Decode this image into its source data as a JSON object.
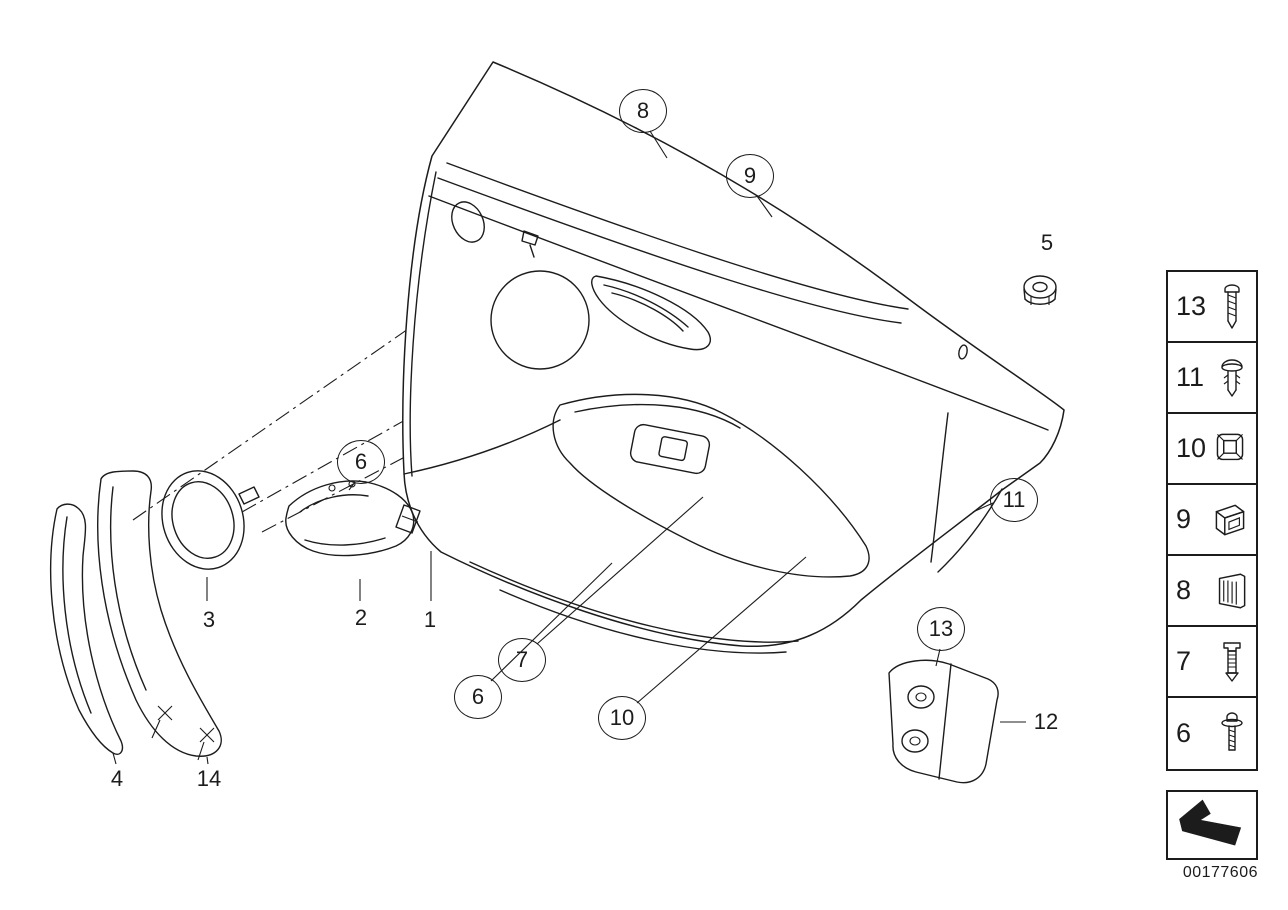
{
  "figure": {
    "title": "door trim panel rear exploded diagram",
    "part_number": "00177606",
    "colors": {
      "line": "#1c1c1c",
      "background": "#ffffff"
    },
    "callouts": [
      {
        "label": "8",
        "circled": true
      },
      {
        "label": "9",
        "circled": true
      },
      {
        "label": "5",
        "circled": false
      },
      {
        "label": "6",
        "circled": true
      },
      {
        "label": "11",
        "circled": true
      },
      {
        "label": "3",
        "circled": false
      },
      {
        "label": "2",
        "circled": false
      },
      {
        "label": "1",
        "circled": false
      },
      {
        "label": "7",
        "circled": true
      },
      {
        "label": "6",
        "circled": true
      },
      {
        "label": "10",
        "circled": true
      },
      {
        "label": "13",
        "circled": true
      },
      {
        "label": "12",
        "circled": false
      },
      {
        "label": "4",
        "circled": false
      },
      {
        "label": "14",
        "circled": false
      }
    ],
    "legend": {
      "rows": [
        {
          "label": "13",
          "icon": "tapping-screw-icon"
        },
        {
          "label": "11",
          "icon": "expanding-rivet-icon"
        },
        {
          "label": "10",
          "icon": "grommet-icon"
        },
        {
          "label": "9",
          "icon": "retaining-clip-icon"
        },
        {
          "label": "8",
          "icon": "clamp-icon"
        },
        {
          "label": "7",
          "icon": "expansion-fastener-icon"
        },
        {
          "label": "6",
          "icon": "flange-screw-icon"
        }
      ],
      "footer_icon": "travel-direction-arrow-icon"
    }
  }
}
